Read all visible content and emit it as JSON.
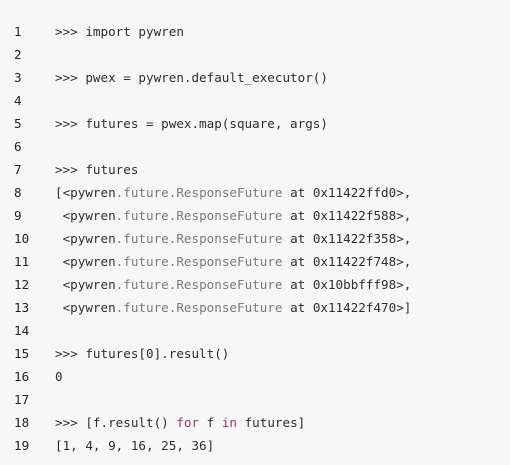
{
  "lines": [
    {
      "n": "1",
      "parts": [
        {
          "t": ">>> import pywren",
          "c": ""
        }
      ]
    },
    {
      "n": "2",
      "parts": []
    },
    {
      "n": "3",
      "parts": [
        {
          "t": ">>> pwex = pywren.default_executor()",
          "c": ""
        }
      ]
    },
    {
      "n": "4",
      "parts": []
    },
    {
      "n": "5",
      "parts": [
        {
          "t": ">>> futures = pwex.map(square, args)",
          "c": ""
        }
      ]
    },
    {
      "n": "6",
      "parts": []
    },
    {
      "n": "7",
      "parts": [
        {
          "t": ">>> futures",
          "c": ""
        }
      ]
    },
    {
      "n": "8",
      "parts": [
        {
          "t": "[<pywren",
          "c": ""
        },
        {
          "t": ".future.ResponseFuture",
          "c": "mod"
        },
        {
          "t": " at 0x11422ffd0>,",
          "c": ""
        }
      ]
    },
    {
      "n": "9",
      "parts": [
        {
          "t": " <pywren",
          "c": ""
        },
        {
          "t": ".future.ResponseFuture",
          "c": "mod"
        },
        {
          "t": " at 0x11422f588>,",
          "c": ""
        }
      ]
    },
    {
      "n": "10",
      "parts": [
        {
          "t": " <pywren",
          "c": ""
        },
        {
          "t": ".future.ResponseFuture",
          "c": "mod"
        },
        {
          "t": " at 0x11422f358>,",
          "c": ""
        }
      ]
    },
    {
      "n": "11",
      "parts": [
        {
          "t": " <pywren",
          "c": ""
        },
        {
          "t": ".future.ResponseFuture",
          "c": "mod"
        },
        {
          "t": " at 0x11422f748>,",
          "c": ""
        }
      ]
    },
    {
      "n": "12",
      "parts": [
        {
          "t": " <pywren",
          "c": ""
        },
        {
          "t": ".future.ResponseFuture",
          "c": "mod"
        },
        {
          "t": " at 0x10bbfff98>,",
          "c": ""
        }
      ]
    },
    {
      "n": "13",
      "parts": [
        {
          "t": " <pywren",
          "c": ""
        },
        {
          "t": ".future.ResponseFuture",
          "c": "mod"
        },
        {
          "t": " at 0x11422f470>]",
          "c": ""
        }
      ]
    },
    {
      "n": "14",
      "parts": []
    },
    {
      "n": "15",
      "parts": [
        {
          "t": ">>> futures[0].result()",
          "c": ""
        }
      ]
    },
    {
      "n": "16",
      "parts": [
        {
          "t": "0",
          "c": ""
        }
      ]
    },
    {
      "n": "17",
      "parts": []
    },
    {
      "n": "18",
      "parts": [
        {
          "t": ">>> [f.result() ",
          "c": ""
        },
        {
          "t": "for",
          "c": "kw"
        },
        {
          "t": " f ",
          "c": ""
        },
        {
          "t": "in",
          "c": "kw"
        },
        {
          "t": " futures]",
          "c": ""
        }
      ]
    },
    {
      "n": "19",
      "parts": [
        {
          "t": "[1, 4, 9, 16, 25, 36]",
          "c": ""
        }
      ]
    }
  ],
  "colors": {
    "background": "#f7f7f7",
    "text": "#2e2e2e",
    "module_path": "#7a7a7a",
    "keyword": "#a0356c"
  }
}
